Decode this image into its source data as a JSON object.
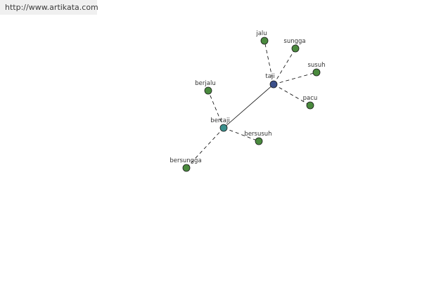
{
  "header": {
    "url": "http://www.artikata.com"
  },
  "colors": {
    "root_node": "#3b4f8a",
    "hub_node": "#3a8f8c",
    "leaf_node": "#4a8a3e",
    "edge": "#000000"
  },
  "graph": {
    "nodes": [
      {
        "id": "taji",
        "label": "taji",
        "kind": "root"
      },
      {
        "id": "bertaji",
        "label": "bertaji",
        "kind": "hub"
      },
      {
        "id": "jalu",
        "label": "jalu",
        "kind": "leaf"
      },
      {
        "id": "sungga",
        "label": "sungga",
        "kind": "leaf"
      },
      {
        "id": "susuh",
        "label": "susuh",
        "kind": "leaf"
      },
      {
        "id": "pacu",
        "label": "pacu",
        "kind": "leaf"
      },
      {
        "id": "berjalu",
        "label": "berjalu",
        "kind": "leaf"
      },
      {
        "id": "bersusuh",
        "label": "bersusuh",
        "kind": "leaf"
      },
      {
        "id": "bersungga",
        "label": "bersungga",
        "kind": "leaf"
      }
    ],
    "edges": [
      {
        "from": "taji",
        "to": "bertaji",
        "style": "solid"
      },
      {
        "from": "taji",
        "to": "jalu",
        "style": "dashed"
      },
      {
        "from": "taji",
        "to": "sungga",
        "style": "dashed"
      },
      {
        "from": "taji",
        "to": "susuh",
        "style": "dashed"
      },
      {
        "from": "taji",
        "to": "pacu",
        "style": "dashed"
      },
      {
        "from": "bertaji",
        "to": "berjalu",
        "style": "dashed"
      },
      {
        "from": "bertaji",
        "to": "bersusuh",
        "style": "dashed"
      },
      {
        "from": "bertaji",
        "to": "bersungga",
        "style": "dashed"
      }
    ]
  }
}
